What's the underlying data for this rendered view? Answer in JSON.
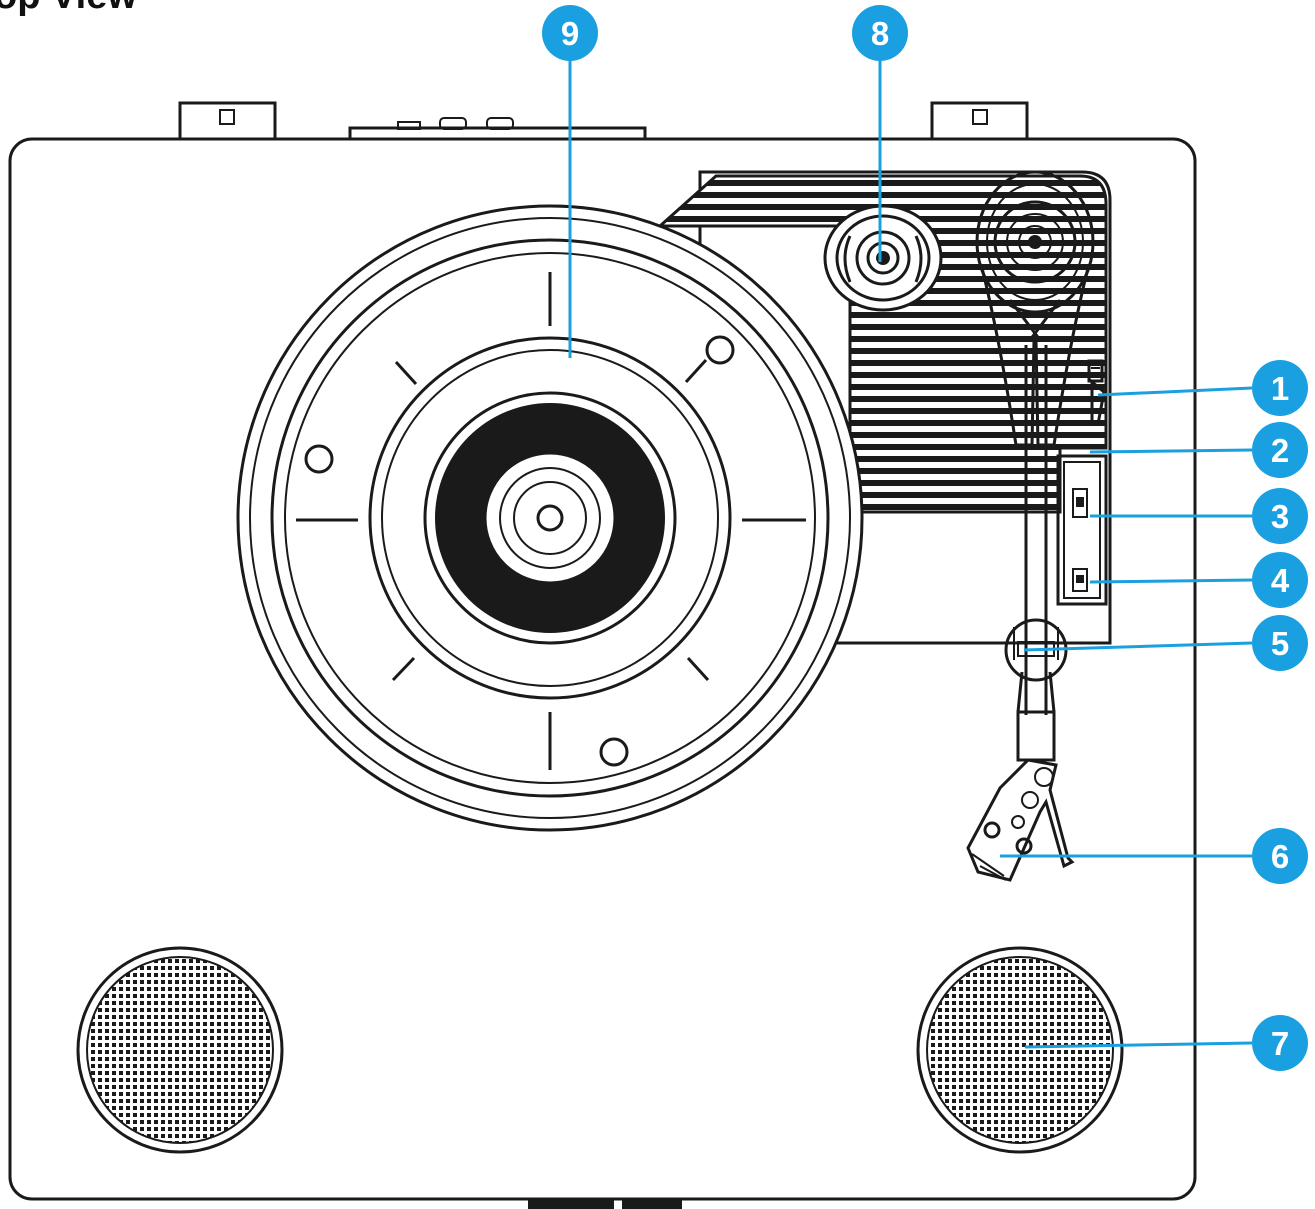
{
  "heading": "op View",
  "accent_color": "#1aa0e0",
  "line_color": "#1a1a1a",
  "callouts": [
    {
      "number": "1"
    },
    {
      "number": "2"
    },
    {
      "number": "3"
    },
    {
      "number": "4"
    },
    {
      "number": "5"
    },
    {
      "number": "6"
    },
    {
      "number": "7"
    },
    {
      "number": "8"
    },
    {
      "number": "9"
    }
  ]
}
